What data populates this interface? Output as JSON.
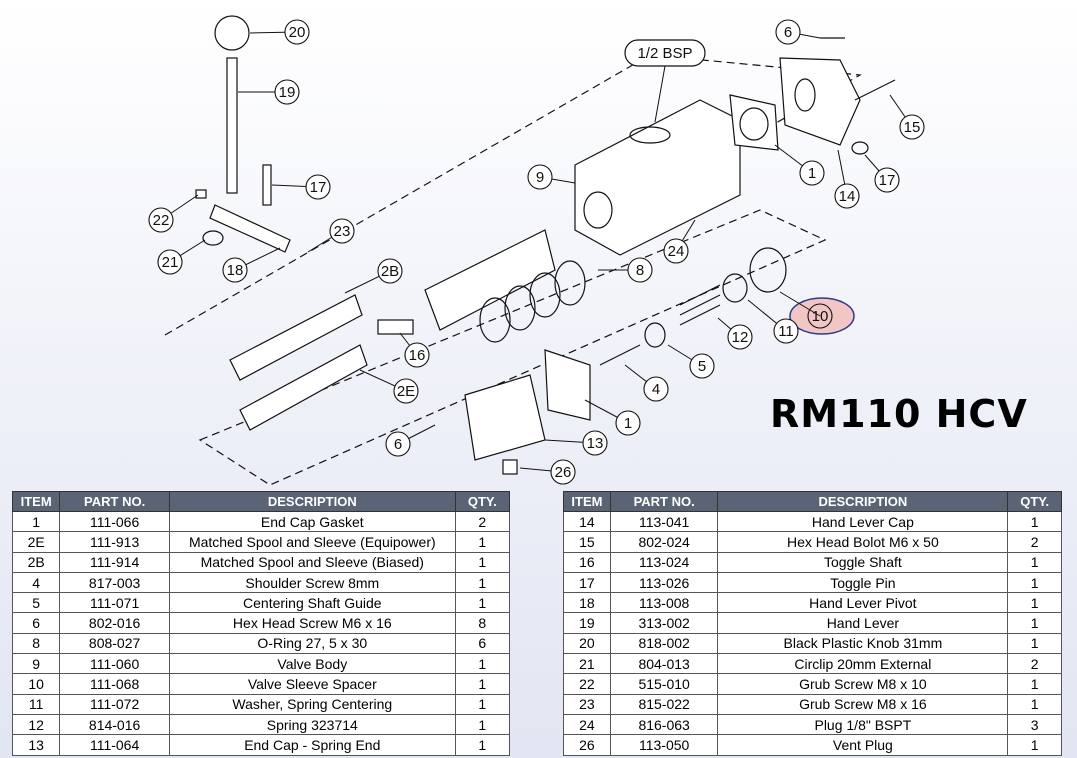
{
  "title": "RM110 HCV",
  "diagram": {
    "bsp_label": "1/2 BSP",
    "callouts": [
      {
        "id": "c20",
        "label": "20"
      },
      {
        "id": "c19",
        "label": "19"
      },
      {
        "id": "c17a",
        "label": "17"
      },
      {
        "id": "c22",
        "label": "22"
      },
      {
        "id": "c23",
        "label": "23"
      },
      {
        "id": "c21",
        "label": "21"
      },
      {
        "id": "c18",
        "label": "18"
      },
      {
        "id": "c2b",
        "label": "2B"
      },
      {
        "id": "c16",
        "label": "16"
      },
      {
        "id": "c2e",
        "label": "2E"
      },
      {
        "id": "c6a",
        "label": "6"
      },
      {
        "id": "c9",
        "label": "9"
      },
      {
        "id": "c8",
        "label": "8"
      },
      {
        "id": "c24",
        "label": "24"
      },
      {
        "id": "c1a",
        "label": "1"
      },
      {
        "id": "c14",
        "label": "14"
      },
      {
        "id": "c17b",
        "label": "17"
      },
      {
        "id": "c15",
        "label": "15"
      },
      {
        "id": "c6b",
        "label": "6"
      },
      {
        "id": "c10",
        "label": "10"
      },
      {
        "id": "c11",
        "label": "11"
      },
      {
        "id": "c12",
        "label": "12"
      },
      {
        "id": "c5",
        "label": "5"
      },
      {
        "id": "c4",
        "label": "4"
      },
      {
        "id": "c1b",
        "label": "1"
      },
      {
        "id": "c13",
        "label": "13"
      },
      {
        "id": "c26",
        "label": "26"
      }
    ],
    "highlight_color": "#f3c6c6",
    "highlight_stroke": "#2a3a8a"
  },
  "table_headers": [
    "ITEM",
    "PART NO.",
    "DESCRIPTION",
    "QTY."
  ],
  "parts_left": [
    [
      "1",
      "111-066",
      "End Cap Gasket",
      "2"
    ],
    [
      "2E",
      "111-913",
      "Matched Spool and Sleeve (Equipower)",
      "1"
    ],
    [
      "2B",
      "111-914",
      "Matched Spool and Sleeve (Biased)",
      "1"
    ],
    [
      "4",
      "817-003",
      "Shoulder Screw 8mm",
      "1"
    ],
    [
      "5",
      "111-071",
      "Centering Shaft Guide",
      "1"
    ],
    [
      "6",
      "802-016",
      "Hex Head Screw M6 x 16",
      "8"
    ],
    [
      "8",
      "808-027",
      "O-Ring 27, 5 x 30",
      "6"
    ],
    [
      "9",
      "111-060",
      "Valve Body",
      "1"
    ],
    [
      "10",
      "111-068",
      "Valve Sleeve Spacer",
      "1"
    ],
    [
      "11",
      "111-072",
      "Washer, Spring Centering",
      "1"
    ],
    [
      "12",
      "814-016",
      "Spring 323714",
      "1"
    ],
    [
      "13",
      "111-064",
      "End Cap - Spring End",
      "1"
    ]
  ],
  "parts_right": [
    [
      "14",
      "113-041",
      "Hand Lever Cap",
      "1"
    ],
    [
      "15",
      "802-024",
      "Hex Head Bolot M6 x 50",
      "2"
    ],
    [
      "16",
      "113-024",
      "Toggle Shaft",
      "1"
    ],
    [
      "17",
      "113-026",
      "Toggle Pin",
      "1"
    ],
    [
      "18",
      "113-008",
      "Hand Lever Pivot",
      "1"
    ],
    [
      "19",
      "313-002",
      "Hand Lever",
      "1"
    ],
    [
      "20",
      "818-002",
      "Black Plastic Knob 31mm",
      "1"
    ],
    [
      "21",
      "804-013",
      "Circlip 20mm External",
      "2"
    ],
    [
      "22",
      "515-010",
      "Grub Screw M8 x 10",
      "1"
    ],
    [
      "23",
      "815-022",
      "Grub Screw M8 x 16",
      "1"
    ],
    [
      "24",
      "816-063",
      "Plug 1/8\" BSPT",
      "3"
    ],
    [
      "26",
      "113-050",
      "Vent Plug",
      "1"
    ]
  ]
}
